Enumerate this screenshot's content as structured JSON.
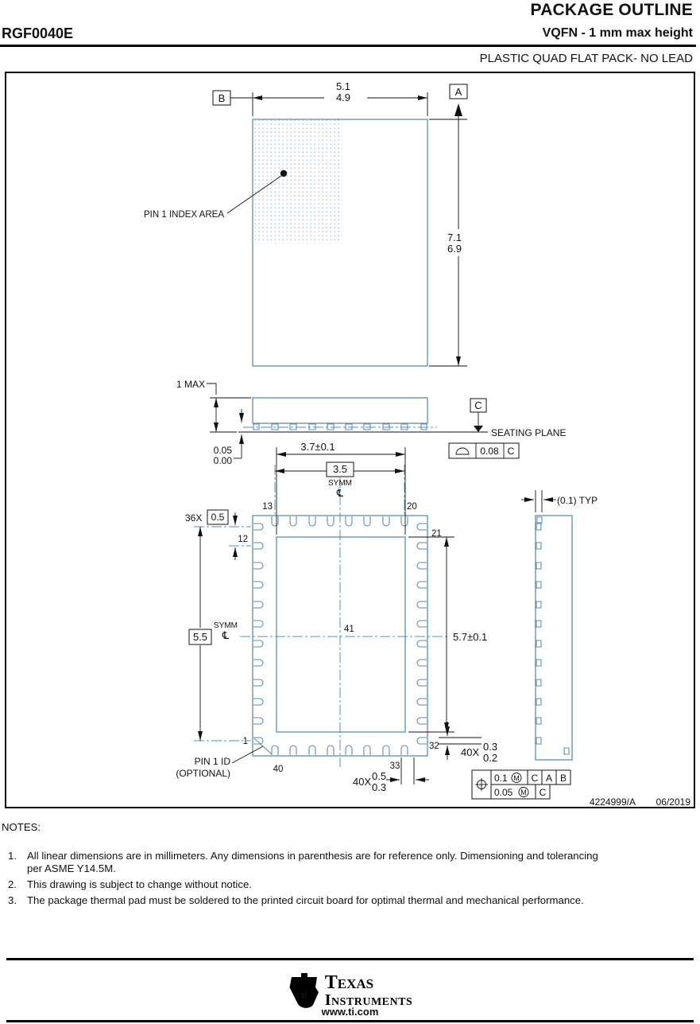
{
  "colors": {
    "drawing_line_blue": "#5b8db8",
    "text_black": "#111111"
  },
  "header": {
    "doc_title": "PACKAGE OUTLINE",
    "part_number": "RGF0040E",
    "package_title": "VQFN - 1 mm max height",
    "package_family": "PLASTIC QUAD FLAT PACK- NO LEAD"
  },
  "top_view": {
    "datum_a": "A",
    "datum_b": "B",
    "body_width_max": "5.1",
    "body_width_min": "4.9",
    "body_length_max": "7.1",
    "body_length_min": "6.9",
    "pin1_index_label": "PIN 1 INDEX AREA"
  },
  "side_view": {
    "height_max_label": "1 MAX",
    "standoff_max": "0.05",
    "standoff_min": "0.00",
    "datum_c": "C",
    "seating_plane_label": "SEATING PLANE",
    "flatness_tolerance": "0.08",
    "flatness_datum": "C"
  },
  "bottom_view": {
    "thermal_pad_width": "3.7±0.1",
    "thermal_pad_length": "5.7±0.1",
    "lead_span_basic": "3.5",
    "lead_row_basic": "5.5",
    "symm_label": "SYMM",
    "centerline_symbol": "℄",
    "pitch_count": "36X",
    "pitch": "0.5",
    "lead_width_count": "40X",
    "lead_width_max": "0.3",
    "lead_width_min": "0.2",
    "lead_length_count": "40X",
    "lead_length_max": "0.5",
    "lead_length_min": "0.3",
    "edge_typ": "(0.1) TYP",
    "pin1_id_line1": "PIN 1 ID",
    "pin1_id_line2": "(OPTIONAL)",
    "pins": {
      "p1": "1",
      "p12": "12",
      "p13": "13",
      "p20": "20",
      "p21": "21",
      "p32": "32",
      "p33": "33",
      "p40": "40",
      "p41": "41"
    }
  },
  "tolerance_frames": {
    "position_tolerance": "0.1",
    "position_modifier": "M",
    "position_datum_1": "C",
    "position_datum_2": "A",
    "position_datum_3": "B",
    "pad_position_tolerance": "0.05",
    "pad_position_modifier": "M",
    "pad_position_datum": "C"
  },
  "title_block": {
    "drawing_number": "4224999/A",
    "revision_date": "06/2019"
  },
  "notes": {
    "heading": "NOTES:",
    "items": [
      {
        "num": "1.",
        "text": "All linear dimensions are in millimeters. Any dimensions in parenthesis are for reference only. Dimensioning and tolerancing\nper ASME Y14.5M."
      },
      {
        "num": "2.",
        "text": "This drawing is subject to change without notice."
      },
      {
        "num": "3.",
        "text": "The package thermal pad must be soldered to the printed circuit board for optimal thermal and mechanical performance."
      }
    ]
  },
  "footer": {
    "brand_line1": "Texas",
    "brand_line2": "Instruments",
    "website": "www.ti.com"
  }
}
